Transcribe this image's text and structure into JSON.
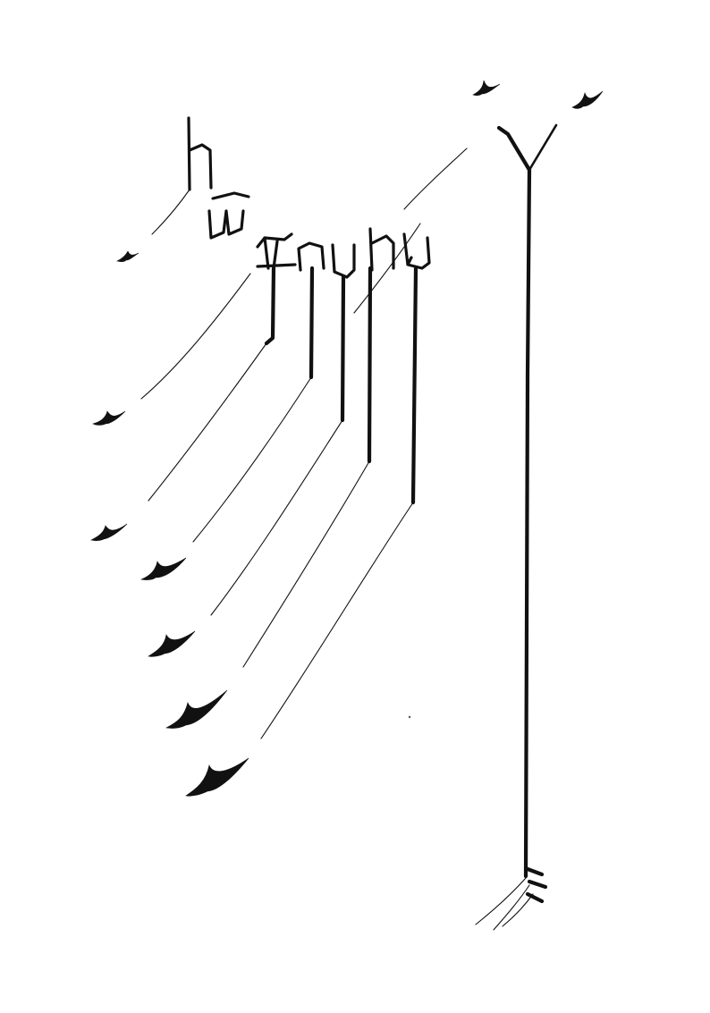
{
  "artwork": {
    "ink_color": "#111111",
    "paper_color": "#ffffff",
    "elements": [
      "calligraphic-glyphs",
      "long-vertical-strokes",
      "birds",
      "y-shaped-tree-stroke"
    ]
  }
}
